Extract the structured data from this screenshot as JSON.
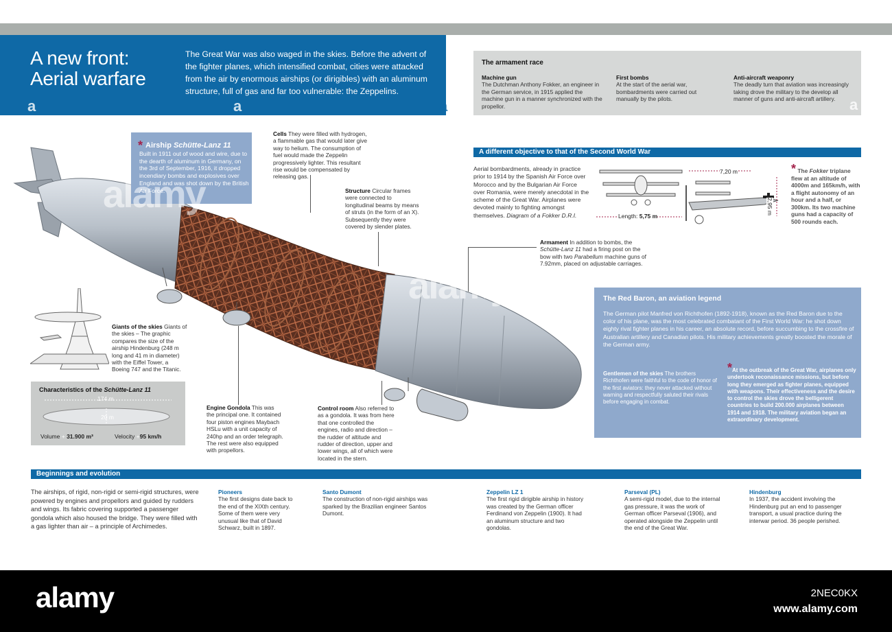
{
  "header": {
    "title_line1": "A new front:",
    "title_line2": "Aerial warfare",
    "intro": "The Great War was also waged in the skies. Before the advent of the fighter planes, which intensified combat, cities were attacked from the air by enormous airships (or dirigibles) with an aluminum structure, full of gas and far too vulnerable: the Zeppelins."
  },
  "armament_race": {
    "title": "The armament race",
    "items": [
      {
        "title": "Machine gun",
        "text": "The Dutchman Anthony Fokker, an engineer in the German service, in 1915 applied the machine gun in a manner synchronized with the propellor."
      },
      {
        "title": "First bombs",
        "text": "At the start of the aerial war, bombardments were carried out manually by the pilots."
      },
      {
        "title": "Anti-aircraft weaponry",
        "text": "The deadly turn that aviation was increasingly taking drove the military to the develop all manner of guns and anti-aircraft artillery."
      }
    ]
  },
  "airship": {
    "title_plain": "Airship ",
    "title_italic": "Schütte-Lanz 11",
    "text": "Built in 1911 out of wood and wire, due to the dearth of aluminum in Germany, on the 3rd of September, 1916, it dropped incendiary bombs and explosives over England and was shot down by the British Air Force."
  },
  "callouts": {
    "cells_title": "Cells",
    "cells_text": "They were filled with hydrogen, a flammable gas that would later give way to helium. The consumption of fuel would made the Zeppelin progressively lighter. This resultant rise would be compensated by releasing gas.",
    "structure_title": "Structure",
    "structure_text": "Circular frames were connected to longitudinal beams by means of struts (in the form of an X). Subsequently they were covered by slender plates.",
    "armament_title": "Armament",
    "armament_text_1": "In addition to bombs, the ",
    "armament_italic_1": "Schütte-Lanz 11",
    "armament_text_2": " had a firing post on the bow with two ",
    "armament_italic_2": "Parabellum",
    "armament_text_3": " machine guns of 7.92mm, placed on adjustable carriages.",
    "giants_title": "Giants of the skies",
    "giants_text": "Giants of the skies – The graphic compares the size of the airship Hindenburg (248 m long and 41 m in diameter) with the Eiffel Tower, a Boeing 747 and the Titanic.",
    "engine_title": "Engine Gondola",
    "engine_text": "This was the principal one. It contained four piston engines Maybach HSLu with a unit capacity of 240hp and an order telegraph. The rest were also equipped with propellors.",
    "control_title": "Control room",
    "control_text": "Also referred to as a gondola. It was from here that one controlled the engines, radio and direction – the rudder of altitude and rudder of direction, upper and lower wings, all of which were located in the stern."
  },
  "characteristics": {
    "title_plain": "Characteristics of the ",
    "title_italic": "Schütte-Lanz 11",
    "length": "174 m",
    "diameter": "20 m",
    "volume_label": "Volume",
    "volume_value": "31.900 m³",
    "velocity_label": "Velocity",
    "velocity_value": "95 km/h"
  },
  "second_ww": {
    "title": "A different objective to that of the Second World War",
    "text": "Aerial bombardments, already in practice prior to 1914 by the Spanish Air Force over Morocco and by the Bulgarian Air Force over Romania, were merely anecdotal in the scheme of the Great War. Airplanes were devoted mainly to fighting amongst themselves. ",
    "text_italic": "Diagram of a Fokker D.R.I.",
    "wingspan": "7,20 m",
    "length_label": "Length: ",
    "length_value": "5,75 m",
    "height": "2,95 m",
    "fokker_note_1": "The ",
    "fokker_note_italic": "Fokker",
    "fokker_note_2": " triplane flew at an altitude of 4000m and 165km/h, with a flight autonomy of an hour and a half, or 300km. Its two machine guns had a capacity of 500 rounds each."
  },
  "red_baron": {
    "title": "The Red Baron, an aviation legend",
    "text": "The German pilot Manfred von Richthofen (1892-1918), known as the Red Baron due to the color of his plane, was the most celebrated combatant of the First World War: he shot down eighty rival fighter planes in his career, an absolute record, before succumbing to the crossfire of Australian artillery and Canadian pilots. His military achievements greatly boosted the morale of the German army.",
    "gentlemen_title": "Gentlemen of the skies",
    "gentlemen_text": " The brothers Richthofen were faithful to the code of honor of the first aviators: they never attacked without warning and respectfully saluted their rivals before engaging in combat.",
    "outbreak": "At the outbreak of the Great War, airplanes only undertook reconaissance missions, but before long they emerged as fighter planes, equipped with weapons. Their effectiveness and the desire to control the skies drove the belligerent countries to build 200.000 airplanes between 1914 and 1918. The military aviation began an extraordinary development."
  },
  "beginnings": {
    "title": "Beginnings and evolution",
    "intro": "The airships, of rigid, non-rigid or semi-rigid structures, were powered by engines and propellors and guided by rudders and wings. Its fabric covering supported a passenger gondola which also housed the bridge. They were filled with a gas lighter than air – a principle of Archimedes.",
    "items": [
      {
        "title": "Pioneers",
        "text": "The first designs date back to the end of the XIXth century. Some of them were very unusual like that of David Schwarz, built in 1897."
      },
      {
        "title": "Santo Dumont",
        "text": "The construction of non-rigid airships was sparked by the Brazilian engineer Santos Dumont."
      },
      {
        "title": "Zeppelin LZ 1",
        "text": "The first rigid dirigible airship in history was created by the German officer Ferdinand von Zeppelin (1900). It had an aluminum structure and two gondolas."
      },
      {
        "title": "Parseval (PL)",
        "text": "A semi-rigid model, due to the internal gas pressure, it was the work of German officer Parseval (1906), and operated alongside the Zeppelin until the end of the Great War."
      },
      {
        "title": "Hindenburg",
        "text": "In 1937, the accident involving the Hindenburg put an end to passenger transport, a usual practice during the interwar period. 36 people perished."
      }
    ]
  },
  "watermark": {
    "brand": "alamy",
    "letter": "a",
    "code": "2NEC0KX",
    "url": "www.alamy.com"
  },
  "colors": {
    "blue": "#0f69a6",
    "light_blue": "#8fa9cc",
    "grey": "#a9aeab",
    "accent_red": "#a3224a"
  }
}
